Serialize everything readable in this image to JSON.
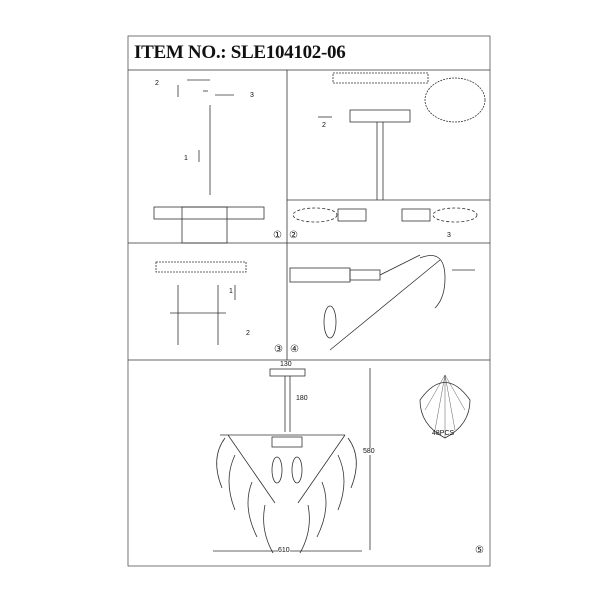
{
  "title": "ITEM NO.: SLE104102-06",
  "steps": {
    "s1": "①",
    "s2": "②",
    "s3": "③",
    "s4": "④",
    "s5": "⑤"
  },
  "callouts": {
    "c1": "1",
    "c2": "2",
    "c3": "3",
    "c2b": "2",
    "c3b": "3",
    "c1b": "1",
    "c2c": "2"
  },
  "dimensions": {
    "canopy_width": "130",
    "rod_length": "180",
    "total_height": "580",
    "diameter": "610"
  },
  "parts": {
    "glass_count": "48PCS"
  }
}
